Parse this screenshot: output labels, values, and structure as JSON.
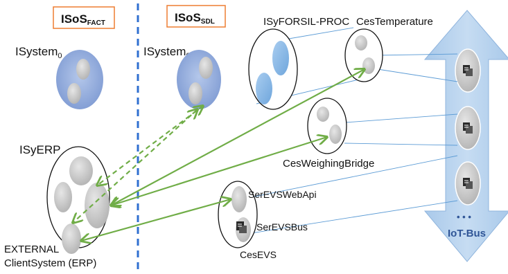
{
  "headers": {
    "fact": {
      "main": "ISoS",
      "sub": "FACT"
    },
    "sdl": {
      "main": "ISoS",
      "sub": "SDL"
    }
  },
  "systems": {
    "isystem_left": {
      "main": "ISystem",
      "sub": "0"
    },
    "isystem_right": {
      "main": "ISystem",
      "sub": "0"
    },
    "isyerp": "ISyERP",
    "external_line1": "EXTERNAL",
    "external_line2": "ClientSystem (ERP)",
    "isyforsil": "ISyFORSIL-PROC",
    "ces_temperature": "CesTemperature",
    "ces_weighing": "CesWeighingBridge",
    "ser_evs_webapi": "SerEVSWebApi",
    "ser_evs_bus": "SerEVSBus",
    "ces_evs": "CesEVS"
  },
  "bus": {
    "label": "IoT-Bus",
    "ellipsis": "• • •"
  },
  "colors": {
    "separator": "#2f6fd0",
    "header_border": "#ed7d31",
    "arrow_green": "#70ad47",
    "bus_fill": "#9dc3e6",
    "system_blue": "#8faadc",
    "gray_element": "#bfbfbf",
    "connector_blue": "#5b9bd5"
  }
}
